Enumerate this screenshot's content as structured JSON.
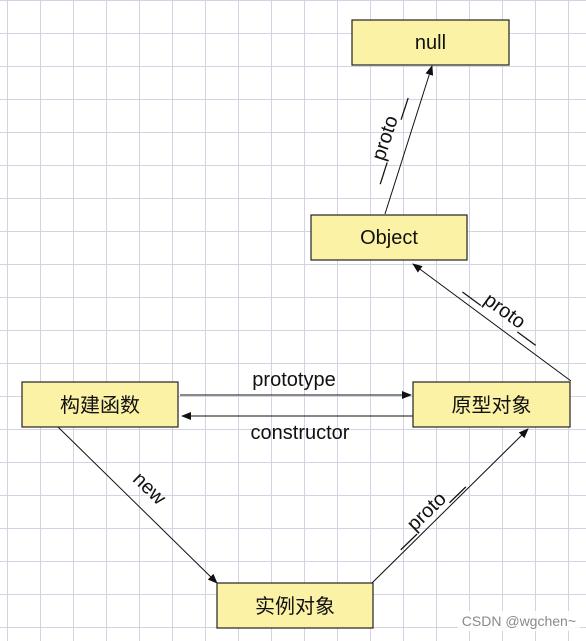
{
  "nodes": {
    "null": "null",
    "object": "Object",
    "constructor_fn": "构建函数",
    "prototype_obj": "原型对象",
    "instance": "实例对象"
  },
  "edges": {
    "object_to_null": "__proto__",
    "prototype_to_object": "__proto__",
    "constructor_to_prototype": "prototype",
    "prototype_to_constructor": "constructor",
    "constructor_to_instance": "new",
    "instance_to_prototype": "__proto__"
  },
  "watermark": "CSDN @wgchen~",
  "colors": {
    "node_fill": "#fbf2a6",
    "node_stroke": "#222222",
    "grid": "#d3d3e3"
  }
}
